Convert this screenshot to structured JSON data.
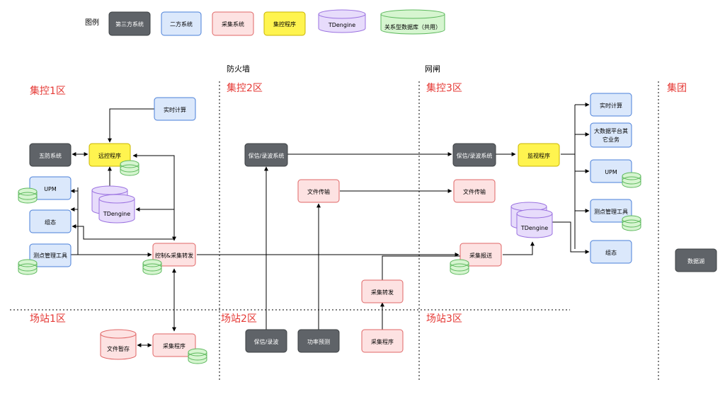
{
  "legend": {
    "title": "图例",
    "items": [
      {
        "key": "third",
        "label": "第三方系统"
      },
      {
        "key": "second",
        "label": "二方系统"
      },
      {
        "key": "collect",
        "label": "采集系统"
      },
      {
        "key": "control",
        "label": "集控程序"
      },
      {
        "key": "tdengine",
        "label": "TDengine"
      },
      {
        "key": "rdb",
        "label": "关系型数据库（共用）"
      }
    ]
  },
  "top_labels": {
    "firewall": "防火墙",
    "gateway": "网闸"
  },
  "zones": {
    "zone1": "集控1区",
    "zone2": "集控2区",
    "zone3": "集控3区",
    "group": "集团",
    "site1": "场站1区",
    "site2": "场站2区",
    "site3": "场站3区"
  },
  "nodes": {
    "rt_calc_1": "实时计算",
    "wufang": "五防系统",
    "remote": "远控程序",
    "upm_1": "UPM",
    "tdengine_1": "TDengine",
    "zutai_1": "组态",
    "measure_1": "测点管理工具",
    "ctrl_fwd": "控制&采集转发",
    "protect_2": "保信/录波系统",
    "file_2": "文件传输",
    "protect_3": "保信/录波系统",
    "monitor": "监视程序",
    "file_3": "文件传输",
    "tdengine_3": "TDengine",
    "collect_report": "采集报送",
    "collect_fwd": "采集转发",
    "rt_calc_g": "实时计算",
    "bigdata": "大数据平台其它业务",
    "upm_g": "UPM",
    "measure_g": "测点管理工具",
    "zutai_g": "组态",
    "datalake": "数据湖",
    "file_store": "文件暂存",
    "collect_prog_1": "采集程序",
    "protect_s2": "保信/录波",
    "power_pred": "功率预测",
    "collect_prog_3": "采集程序"
  },
  "colors": {
    "third_fill": "#5f6368",
    "third_stroke": "#3c4043",
    "second_fill": "#dbe8fb",
    "second_stroke": "#4a7fd8",
    "collect_fill": "#fde2e2",
    "collect_stroke": "#e06666",
    "control_fill": "#fff44f",
    "control_stroke": "#c9b400",
    "tdengine_fill": "#e7dcfb",
    "tdengine_stroke": "#9b72e0",
    "rdb_fill": "#d6f5d0",
    "rdb_stroke": "#5cb85c",
    "zone_label": "#e53935",
    "line": "#000000"
  }
}
